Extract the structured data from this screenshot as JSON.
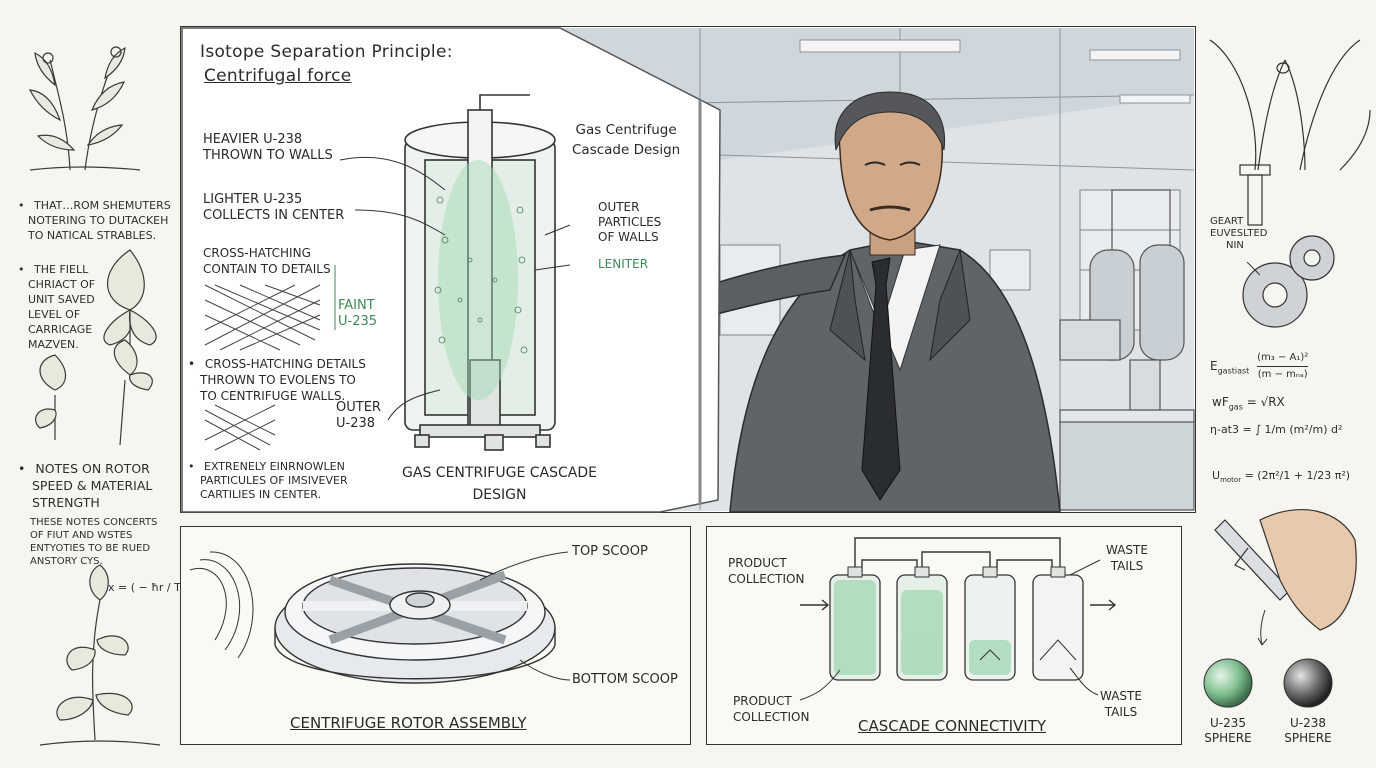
{
  "colors": {
    "paper": "#f7f5ef",
    "ink": "#2a2a2a",
    "glow_green": "#7fc99a",
    "board": "#fbfbf8",
    "lab_wall": "#d9dfe3"
  },
  "left_notes": {
    "note1": [
      "THAT…ROM SHEMUTERS",
      "NOTERING TO DUTACKEH",
      "TO NATICAL STRABLES."
    ],
    "note2": [
      "THE FIELL",
      "CHRIACT OF",
      "UNIT SAVED",
      "LEVEL OF",
      "CARRICAGE",
      "MAZVEN."
    ],
    "note3": [
      "NOTES ON ROTOR",
      "SPEED & MATERIAL",
      "STRENGTH"
    ],
    "note4": [
      "THESE NOTES CONCERTS",
      "OF FIUT AND WSTES",
      "ENTYOTIES TO BE RUED",
      "ANSTORY CYS."
    ],
    "formula": "x = ( − ħr / T )"
  },
  "board": {
    "title_line1": "Isotope Separation Principle:",
    "title_line2": "Centrifugal force",
    "heavier": [
      "HEAVIER U-238",
      "THROWN TO WALLS"
    ],
    "lighter": [
      "LIGHTER U-235",
      "COLLECTS IN CENTER"
    ],
    "crosshatch1": [
      "CROSS-HATCHING",
      "CONTAIN TO DETAILS"
    ],
    "faint": [
      "FAINT",
      "U-235"
    ],
    "crosshatch2": [
      "CROSS-HATCHING DETAILS",
      "THROWN TO EVOLENS TO",
      "TO CENTRIFUGE WALLS."
    ],
    "outer_u238": [
      "OUTER",
      "U-238"
    ],
    "extreme": [
      "EXTRENELY EINRNOWLEN",
      "PARTICULES OF IMSIVEVER",
      "CARTILIES IN CENTER."
    ],
    "gas_title": [
      "Gas Centrifuge",
      "Cascade Design"
    ],
    "outer_particles": [
      "OUTER",
      "PARTICLES",
      "OF WALLS"
    ],
    "leniter": "LENITER",
    "bottom_caption": [
      "GAS CENTRIFUGE CASCADE",
      "DESIGN"
    ]
  },
  "right_notes": {
    "gear_label": [
      "GEART",
      "EUVESLTED",
      "NIN"
    ],
    "eq1_left": "E",
    "eq1_sub": "gastiast",
    "eq1_num": "(m₃ − A₁)²",
    "eq1_den": "(m − mₙₐ)",
    "eq2": "wF",
    "eq2_sub": "gas",
    "eq2_right": "= √RX",
    "eq3_left": "η-at3 =",
    "eq3_right": "∫ 1/m (m²/m) d²",
    "eq4_left": "U",
    "eq4_sub": "motor",
    "eq4_right": "= (2π²/1 + 1/23 π²)"
  },
  "rotor_panel": {
    "top_scoop": "TOP SCOOP",
    "bottom_scoop": "BOTTOM SCOOP",
    "caption": "CENTRIFUGE ROTOR ASSEMBLY"
  },
  "cascade_panel": {
    "product_top": [
      "PRODUCT",
      "COLLECTION"
    ],
    "product_bottom": [
      "PRODUCT",
      "COLLECTION"
    ],
    "waste_top": [
      "WASTE",
      "TAILS"
    ],
    "waste_bottom": [
      "WASTE",
      "TAILS"
    ],
    "caption": "CASCADE CONNECTIVITY"
  },
  "spheres": {
    "u235": [
      "U-235",
      "SPHERE"
    ],
    "u238": [
      "U-238",
      "SPHERE"
    ]
  }
}
